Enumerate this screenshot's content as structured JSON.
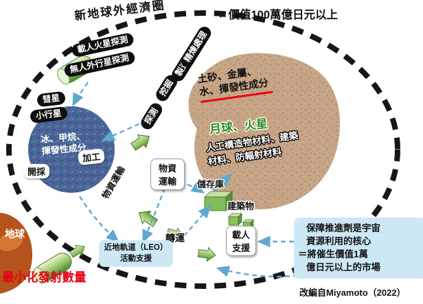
{
  "title": "新地球外經濟圈",
  "value_note": "←價值100萬億日元以上",
  "credit": "改編自Miyamoto（2022）",
  "missions": {
    "crewed": "載人火星探測",
    "uncrewed": "無人外行星探測"
  },
  "process_chain": [
    "探測",
    "挖掘",
    "製造",
    "精煉處理"
  ],
  "moon_mars": {
    "resources_line1": "土砂、金屬、",
    "resources_line2": "水、揮發性成分",
    "label": "月球、火星",
    "materials_line1": "人工構造物材料、建築",
    "materials_line2": "材料、防輻射材料"
  },
  "comet": {
    "label_line1": "彗星",
    "label_line2": "小行星",
    "resources_line1": "冰、甲烷、",
    "resources_line2": "揮發性成分",
    "mining": "開採",
    "processing": "加工"
  },
  "logistics": {
    "transport_diagonal": "物資運輸",
    "transport_box_line1": "物資",
    "transport_box_line2": "運輸",
    "storage": "儲存庫",
    "buildings": "建築物",
    "crew_support_line1": "載人",
    "crew_support_line2": "支援",
    "transfer": "轉運",
    "leo_line1": "近地軌道（LEO）",
    "leo_line2": "活動支援"
  },
  "earth": {
    "label": "地球",
    "slogan": "最小化發射數量"
  },
  "info_box": {
    "line1": "保障推進劑是宇宙",
    "line2": "資源利用的核心",
    "line3": "＝將催生價值1萬",
    "line4": "億日元以上的市場"
  },
  "colors": {
    "moon_blob": "#c7a687",
    "comet": "#4a6698",
    "earth": "#b5531c",
    "accent_green": "#6fb043",
    "arrow_blue": "#5fa8d0",
    "highlight_red": "#e60012",
    "info_bg": "#cde8f5"
  }
}
